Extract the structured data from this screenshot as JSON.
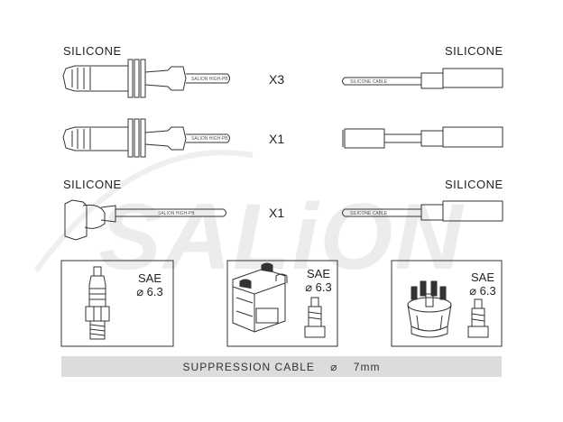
{
  "labels": {
    "silicone_top_left": "SILICONE",
    "silicone_top_right": "SILICONE",
    "silicone_mid_left": "SILICONE",
    "silicone_mid_right": "SILICONE"
  },
  "quantities": {
    "row1": "X3",
    "row2": "X1",
    "row3": "X1"
  },
  "cable_prints": {
    "left": "SALION  HIGH-PB",
    "right": "SILICONE CABLE"
  },
  "watermark": "SALiON",
  "connectors": {
    "spark_plug": {
      "sae": "SAE",
      "size": "⌀ 6.3"
    },
    "coil": {
      "sae": "SAE",
      "size": "⌀ 6.3"
    },
    "distributor": {
      "sae": "SAE",
      "size": "⌀ 6.3"
    }
  },
  "footer": "SUPPRESSION CABLE    ⌀    7mm"
}
